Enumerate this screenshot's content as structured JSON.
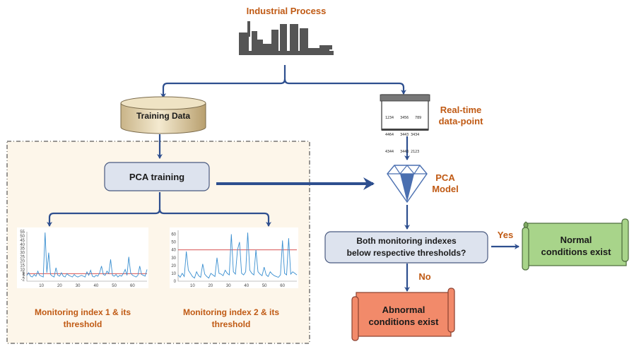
{
  "title": "Industrial Process",
  "training_data": "Training Data",
  "realtime_line1": "Real-time",
  "realtime_line2": "data-point",
  "data_rows": [
    "1234   3456   789",
    "4464   3443 3434",
    "4344   3443 2123"
  ],
  "pca_training": "PCA training",
  "pca_model_line1": "PCA",
  "pca_model_line2": "Model",
  "decision_line1": "Both monitoring indexes",
  "decision_line2": "below respective thresholds?",
  "yes": "Yes",
  "no": "No",
  "normal_line1": "Normal",
  "normal_line2": "conditions exist",
  "abnormal_line1": "Abnormal",
  "abnormal_line2": "conditions exist",
  "chart1_caption_line1": "Monitoring index 1 & its",
  "chart1_caption_line2": "threshold",
  "chart2_caption_line1": "Monitoring index 2 & its",
  "chart2_caption_line2": "threshold",
  "colors": {
    "arrow": "#2e4f8f",
    "label_orange": "#c05a14",
    "dashed_box_fill": "#fdf6ea",
    "pca_box_fill": "#dde3ee",
    "normal_fill": "#a8d48a",
    "abnormal_fill": "#f28a6a",
    "series": "#3a8fd0",
    "threshold": "#d23b3b"
  },
  "chart_data": [
    {
      "type": "line",
      "title": "",
      "x_ticks": [
        10,
        20,
        30,
        40,
        50,
        60
      ],
      "y_ticks": [
        -2,
        2,
        4,
        6,
        10,
        15,
        20,
        25,
        30,
        35,
        40,
        45,
        50,
        55
      ],
      "ylim": [
        -4,
        55
      ],
      "xlim": [
        2,
        68
      ],
      "threshold": 5,
      "series": [
        {
          "values": [
            3,
            6,
            2,
            1,
            4,
            2,
            8,
            3,
            2,
            1,
            54,
            6,
            30,
            4,
            2,
            1,
            12,
            3,
            2,
            6,
            2,
            1,
            5,
            3,
            2,
            1,
            4,
            2,
            1,
            2,
            3,
            2,
            1,
            7,
            3,
            9,
            2,
            1,
            3,
            2,
            6,
            14,
            4,
            3,
            8,
            5,
            22,
            3,
            2,
            4,
            1,
            3,
            2,
            5,
            10,
            3,
            25,
            6,
            3,
            2,
            1,
            3,
            14,
            4,
            3,
            2,
            10
          ]
        }
      ]
    },
    {
      "type": "line",
      "title": "",
      "x_ticks": [
        10,
        20,
        30,
        40,
        50,
        60
      ],
      "y_ticks": [
        0,
        10,
        20,
        30,
        40,
        50,
        60
      ],
      "ylim": [
        0,
        65
      ],
      "xlim": [
        2,
        68
      ],
      "threshold": 40,
      "series": [
        {
          "values": [
            8,
            5,
            10,
            6,
            38,
            14,
            10,
            6,
            4,
            12,
            7,
            5,
            22,
            9,
            6,
            4,
            10,
            8,
            6,
            30,
            10,
            9,
            7,
            14,
            10,
            8,
            60,
            12,
            9,
            40,
            50,
            10,
            8,
            12,
            62,
            14,
            10,
            8,
            40,
            12,
            9,
            7,
            18,
            8,
            6,
            12,
            9,
            7,
            6,
            5,
            8,
            52,
            10,
            8,
            55,
            9,
            12,
            10,
            8
          ]
        }
      ]
    }
  ]
}
